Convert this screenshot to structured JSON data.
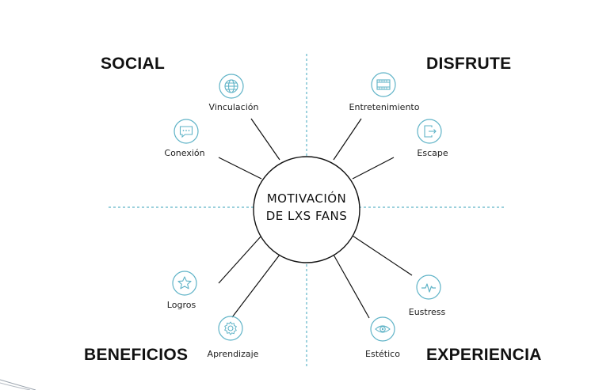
{
  "center": {
    "line1": "MOTIVACIÓN",
    "line2": "DE LXS FANS"
  },
  "quadrants": {
    "social": "SOCIAL",
    "disfrute": "DISFRUTE",
    "beneficios": "BENEFICIOS",
    "experiencia": "EXPERIENCIA"
  },
  "nodes": {
    "vinculacion": {
      "label": "Vinculación",
      "icon": "globe-icon"
    },
    "conexion": {
      "label": "Conexión",
      "icon": "chat-bubble-icon"
    },
    "entretenimiento": {
      "label": "Entretenimiento",
      "icon": "film-icon"
    },
    "escape": {
      "label": "Escape",
      "icon": "exit-door-icon"
    },
    "logros": {
      "label": "Logros",
      "icon": "star-icon"
    },
    "aprendizaje": {
      "label": "Aprendizaje",
      "icon": "gear-icon"
    },
    "eustress": {
      "label": "Eustress",
      "icon": "pulse-icon"
    },
    "estetico": {
      "label": "Estético",
      "icon": "eye-icon"
    }
  },
  "colors": {
    "accent": "#5fb3c7",
    "line": "#111111",
    "text": "#111111"
  }
}
